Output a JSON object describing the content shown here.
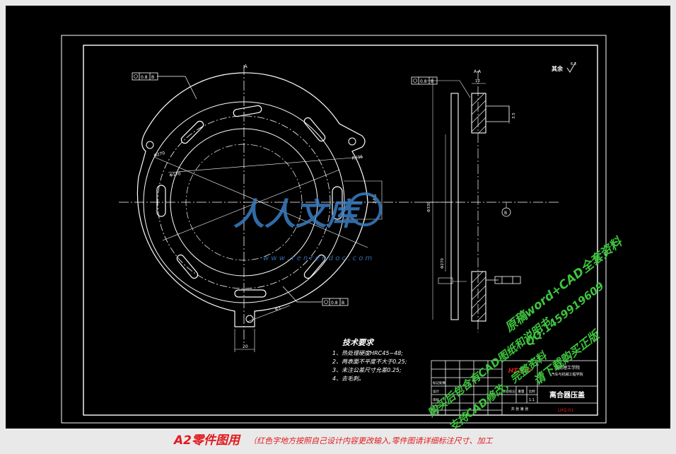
{
  "drawing": {
    "roughness_symbol": "其余",
    "roughness_value": "6.3",
    "section_label": "A-A",
    "section_mark": "A",
    "tech_title": "技术要求",
    "tech_items": [
      "1、热处理硬度HRC45~48;",
      "2、两表面不平度不大于0.25;",
      "3、未注公差尺寸允差0.25;",
      "4、去毛刺。"
    ],
    "tol_top": "0.8",
    "tol_top_datum": "B",
    "tol_section": "0.8",
    "tol_section_datum": "B",
    "tol_lower": "0.8",
    "tol_lower_datum": "B",
    "datum_b": "B",
    "dim_left": "Φ270",
    "dim_left2": "Φ170",
    "dim_right": "R236",
    "dim_slot": "24.5",
    "dim_bottom": "20",
    "dim_bottom2": "R3",
    "dim_section_a": "12",
    "dim_section_b": "3.5",
    "dim_section_c": "Φ330",
    "dim_section_d": "Φ270",
    "watermark_name": "人人文库",
    "watermark_url": "w w w . r e n r e n d o c . c o m"
  },
  "title_block": {
    "material": "HT250",
    "school_line1": "湖南理工学院",
    "school_line2": "汽车与机械工程学院",
    "part_name": "离合器压盖",
    "drawing_no": "LHQ-01",
    "scale": "1:1",
    "sheets": "共 张 第 张",
    "rows": [
      "标记处数",
      "设计",
      "审核",
      "工艺",
      "批准"
    ],
    "cols": [
      "阶段标记",
      "重量",
      "比例"
    ]
  },
  "overlay": {
    "green_line1": "原稿word+CAD全套资料",
    "green_line2": "QQ:1459919609",
    "green_line3": "购买后包含有CAD图纸和说明书",
    "green_line4": "支持CAD修改，完整资料",
    "green_line5": "请下载购买正版",
    "bottom_red": "A2零件图用",
    "bottom_text": "（红色字地方按照自己设计内容更改输入,零件图请详细标注尺寸、加工"
  },
  "colors": {
    "background": "#000000",
    "line": "#ffffff",
    "title_red": "#e0191d",
    "watermark_green": "#3ec33e",
    "watermark_blue": "#3a7ec4"
  }
}
